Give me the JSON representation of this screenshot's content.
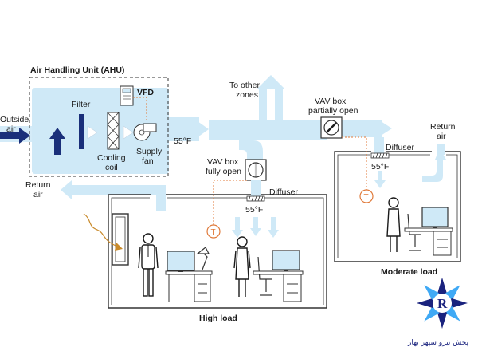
{
  "ahu": {
    "title": "Air Handling Unit (AHU)",
    "outside_air": [
      "Outside",
      "air"
    ],
    "return_air": [
      "Return",
      "air"
    ],
    "filter": "Filter",
    "cooling_coil": [
      "Cooling",
      "coil"
    ],
    "vfd": "VFD",
    "supply_fan": [
      "Supply",
      "fan"
    ],
    "supply_temp": "55°F"
  },
  "duct": {
    "to_other_zones": [
      "To other",
      "zones"
    ]
  },
  "high_load_zone": {
    "vav_label": [
      "VAV box",
      "fully open"
    ],
    "diffuser": "Diffuser",
    "temp": "55°F",
    "thermostat": "T",
    "caption": "High load"
  },
  "moderate_load_zone": {
    "vav_label": [
      "VAV box",
      "partially open"
    ],
    "diffuser": "Diffuser",
    "temp": "55°F",
    "return_air": [
      "Return",
      "air"
    ],
    "thermostat": "T",
    "caption": "Moderate load"
  },
  "logo": {
    "letter": "R",
    "caption": "پخش نیرو سپهر بهار"
  },
  "colors": {
    "air": "#cfe9f7",
    "arrow_dark": "#1a2f7a",
    "sensor_line": "#e07a3a",
    "sensor": "#e07a3a",
    "screen": "#cfe9f7",
    "sun_arrow": "#c98a2a",
    "logo_blue": "#1a237e",
    "logo_light": "#3fa9f5"
  }
}
